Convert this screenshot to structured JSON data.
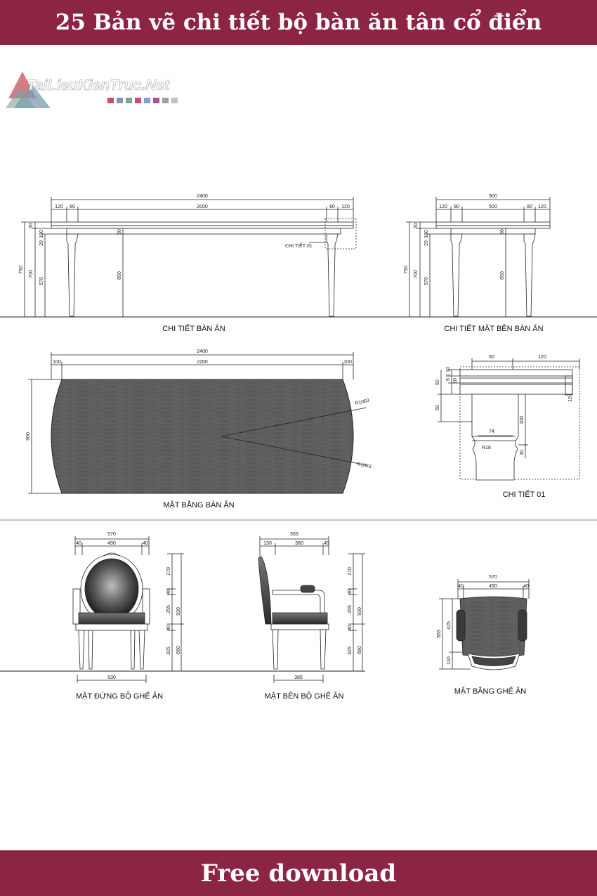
{
  "header": {
    "title": "25 Bản vẽ chi tiết bộ bàn ăn tân cổ điển"
  },
  "footer": {
    "label": "Free download"
  },
  "watermark": {
    "text": "TaiLieuKienTruc.Net"
  },
  "colors": {
    "banner": "#8b2543",
    "swatches": [
      "#c94f5f",
      "#7c9bb0",
      "#7aa39b",
      "#c94f5f",
      "#8b9ad0",
      "#a05a86",
      "#9aa0a8",
      "#c0c0c0"
    ]
  },
  "captions": {
    "table_front": "CHI TIẾT BÀN ĂN",
    "table_side": "CHI TIẾT MẶT BÊN BÀN ĂN",
    "table_plan": "MẶT BẰNG BÀN ĂN",
    "detail": "CHI TIẾT 01",
    "chair_front": "MẶT ĐỨNG BỘ GHẾ ĂN",
    "chair_side": "MẶT BÊN BỘ GHẾ ĂN",
    "chair_plan": "MẶT BẰNG GHẾ ĂN"
  },
  "callouts": {
    "detail_ref": "CHI TIẾT 01"
  },
  "dims": {
    "tf": {
      "total": "2400",
      "a": "120",
      "b": "80",
      "mid": "2000",
      "c": "80",
      "d": "120",
      "h_total": "750",
      "h_leg_a": "700",
      "h_leg_b": "570",
      "top": "50",
      "apron": "100",
      "gap": "20",
      "apron_h": "50",
      "leg": "650"
    },
    "ts": {
      "total": "900",
      "a": "120",
      "b": "80",
      "mid": "500",
      "c": "80",
      "d": "120",
      "h_total": "750",
      "h_leg_a": "700",
      "h_leg_b": "570",
      "top": "50",
      "apron": "100",
      "gap": "20",
      "apron_h": "50",
      "leg": "650"
    },
    "tp": {
      "total": "2400",
      "a": "100",
      "mid": "2200",
      "b": "100",
      "depth": "900",
      "r1": "R1063",
      "r2": "R1063"
    },
    "dt": {
      "w1": "60",
      "w2": "120",
      "v1": "10",
      "v2": "5",
      "v3": "5",
      "v4": "10",
      "h1": "50",
      "h2": "50",
      "right": "10",
      "neck": "74",
      "radius": "R18",
      "v5": "100",
      "v6": "30"
    },
    "cf": {
      "total": "570",
      "a": "40",
      "mid": "490",
      "b": "40",
      "bottom": "530",
      "h1": "270",
      "h2": "40",
      "h3": "255",
      "h4": "40",
      "h5": "325",
      "total_h": "930",
      "seat_h": "660"
    },
    "cs": {
      "total": "555",
      "a": "130",
      "mid": "380",
      "b": "45",
      "bottom": "385",
      "h1": "270",
      "h2": "40",
      "h3": "255",
      "h4": "40",
      "h5": "325",
      "total_h": "930",
      "seat_h": "660"
    },
    "cp": {
      "total": "570",
      "a": "40",
      "mid": "490",
      "b": "40",
      "depth": "555",
      "d1": "425",
      "d2": "130"
    }
  }
}
